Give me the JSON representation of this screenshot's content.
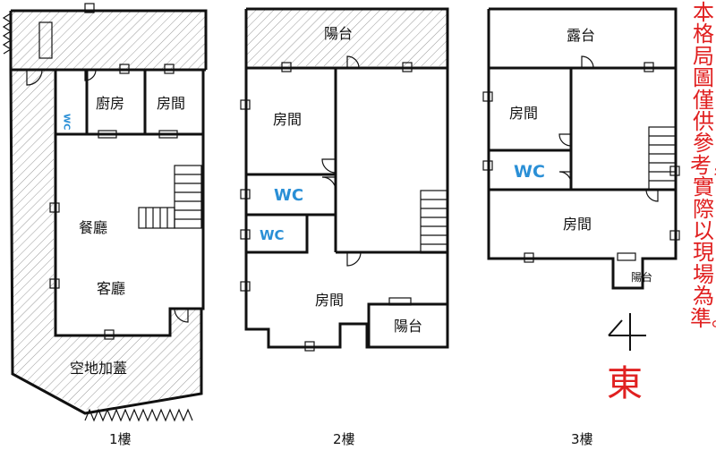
{
  "floors": [
    {
      "label": "1樓",
      "rooms": [
        "廚房",
        "房間",
        "餐廳",
        "客廳",
        "空地加蓋"
      ],
      "wc": "WC"
    },
    {
      "label": "2樓",
      "rooms": [
        "陽台",
        "房間",
        "房間",
        "陽台"
      ],
      "wc": [
        "WC",
        "WC"
      ]
    },
    {
      "label": "3樓",
      "rooms": [
        "露台",
        "房間",
        "房間",
        "陽台"
      ],
      "wc": "WC"
    }
  ],
  "compass": {
    "label": "東"
  },
  "notice": "本格局圖僅供參考，實際以現場為準。",
  "colors": {
    "wall": "#111111",
    "wc": "#2a8fd6",
    "notice": "#e02020"
  }
}
